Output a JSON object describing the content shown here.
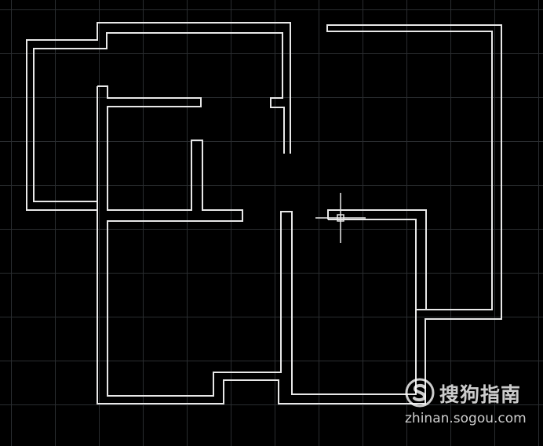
{
  "canvas": {
    "background": "#000000",
    "grid_color": "#2a2d30",
    "line_color": "#e8e8e8"
  },
  "drawing": {
    "description_icon": "floor-plan-walls",
    "cursor_icon": "crosshair-cursor"
  },
  "watermark": {
    "logo_icon": "sogou-s-logo",
    "name": "搜狗指南",
    "url": "zhinan.sogou.com"
  }
}
